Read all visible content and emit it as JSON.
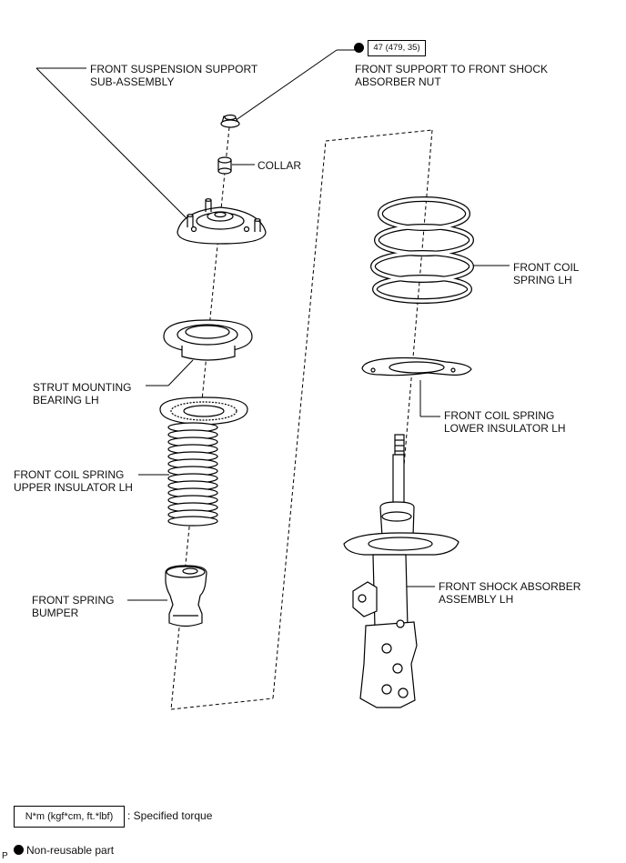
{
  "labels": {
    "support": "FRONT SUSPENSION SUPPORT\nSUB-ASSEMBLY",
    "nut": "FRONT SUPPORT TO FRONT SHOCK\nABSORBER NUT",
    "torque": "47 (479, 35)",
    "collar": "COLLAR",
    "coil_spring": "FRONT COIL\nSPRING LH",
    "bearing": "STRUT MOUNTING\nBEARING LH",
    "lower_insulator": "FRONT COIL SPRING\nLOWER INSULATOR LH",
    "upper_insulator": "FRONT COIL SPRING\nUPPER INSULATOR LH",
    "shock": "FRONT SHOCK ABSORBER\nASSEMBLY LH",
    "bumper": "FRONT SPRING\nBUMPER"
  },
  "legend": {
    "torque_units": "N*m (kgf*cm, ft.*lbf)",
    "torque_desc": ": Specified torque",
    "nonreusable": "Non-reusable part",
    "corner_mark": "P"
  }
}
